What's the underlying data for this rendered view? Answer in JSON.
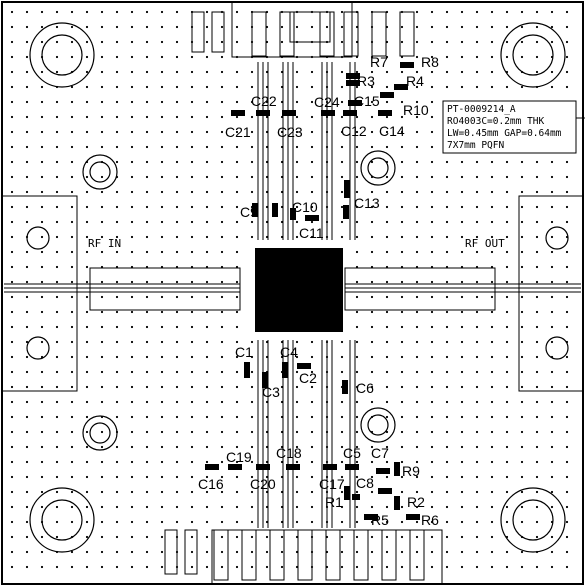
{
  "board": {
    "port_labels": {
      "rf_in": "RF IN",
      "rf_out": "RF OUT"
    },
    "note_lines": [
      "PT-0009214_A",
      "RO4003C=0.2mm THK",
      "LW=0.45mm GAP=0.64mm",
      "7X7mm PQFN"
    ],
    "component_labels": {
      "R7": "R7",
      "R8": "R8",
      "R3": "R3",
      "R4": "R4",
      "C15": "C15",
      "R10": "R10",
      "C22": "C22",
      "C24": "C24",
      "C21": "C21",
      "C23": "C23",
      "C12": "C12",
      "C14": "C14",
      "C13": "C13",
      "C9": "C9",
      "C10": "C10",
      "C11": "C11",
      "C1": "C1",
      "C4": "C4",
      "C3": "C3",
      "C2": "C2",
      "C6": "C6",
      "C19": "C19",
      "C18": "C18",
      "C5": "C5",
      "C7": "C7",
      "R9": "R9",
      "C16": "C16",
      "C20": "C20",
      "C17": "C17",
      "C8": "C8",
      "R1": "R1",
      "R2": "R2",
      "R5": "R5",
      "R6": "R6"
    }
  }
}
